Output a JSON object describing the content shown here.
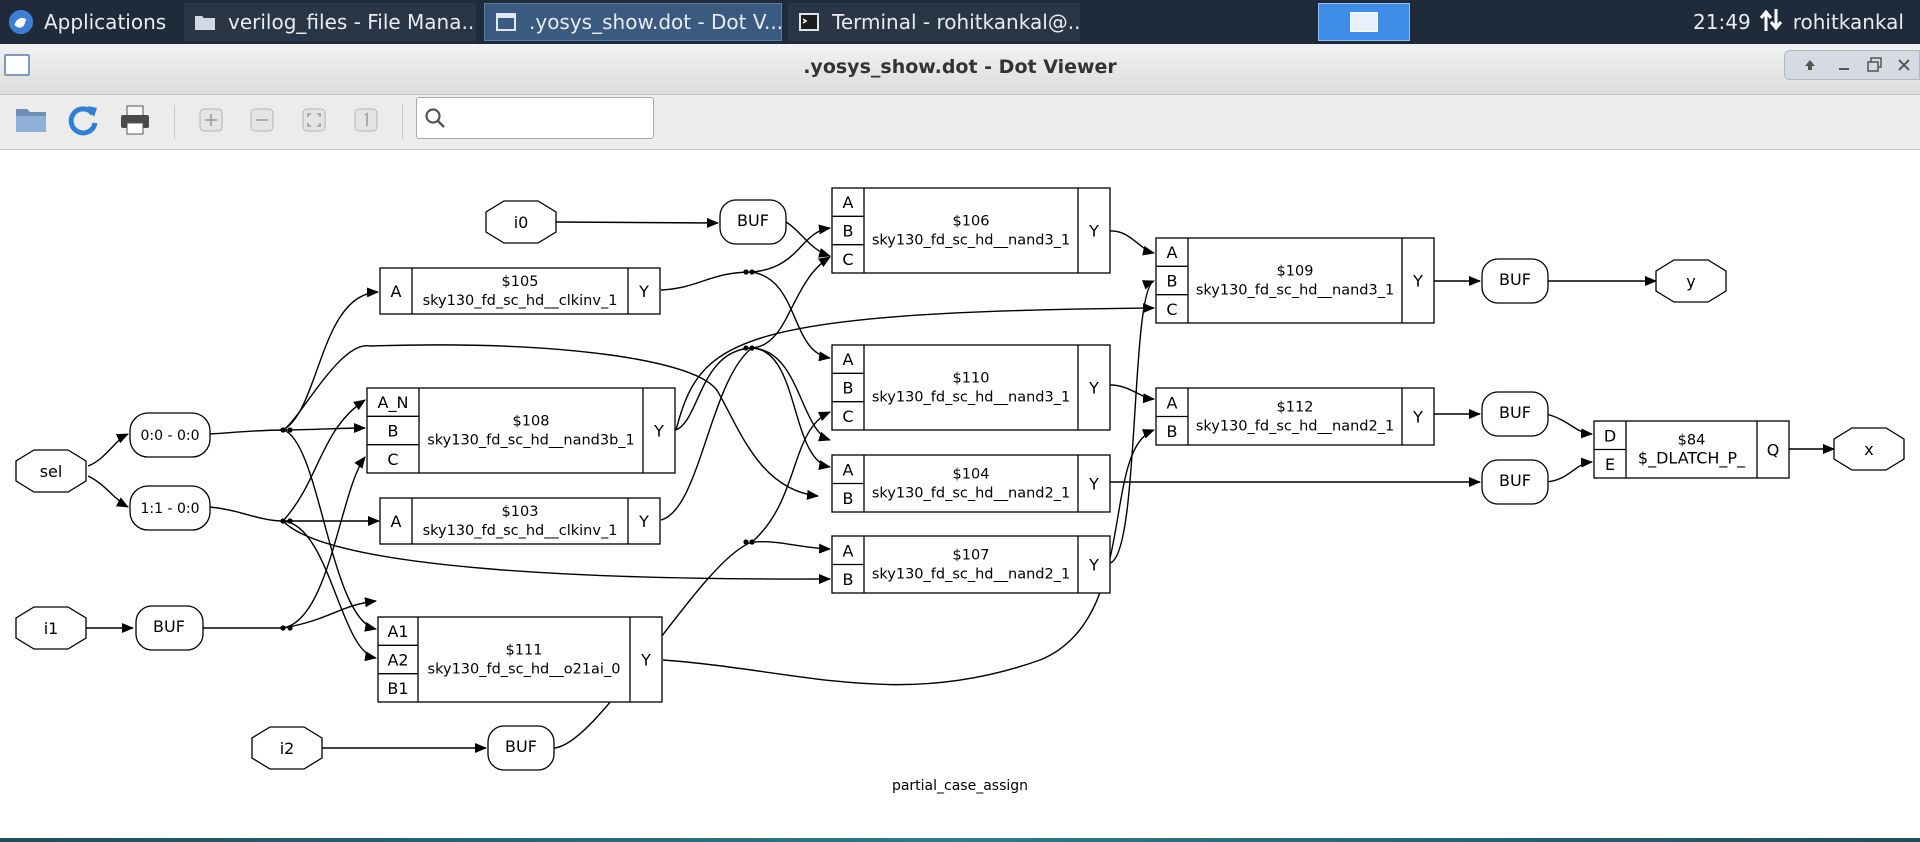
{
  "taskbar": {
    "applications_label": "Applications",
    "tasks": [
      {
        "label": "verilog_files - File Mana..."
      },
      {
        "label": ".yosys_show.dot - Dot V..."
      },
      {
        "label": "Terminal - rohitkankal@..."
      }
    ],
    "clock": "21:49",
    "user": "rohitkankal"
  },
  "window": {
    "title": ".yosys_show.dot - Dot Viewer"
  },
  "toolbar": {
    "icons": [
      "folder-icon",
      "refresh-icon",
      "print-icon",
      "zoom-in-icon",
      "zoom-out-icon",
      "zoom-fit-icon",
      "zoom-100-icon"
    ],
    "search_value": ""
  },
  "graph": {
    "name": "partial_case_assign",
    "ports": {
      "i0": "i0",
      "sel": "sel",
      "i1": "i1",
      "i2": "i2",
      "y": "y",
      "x": "x"
    },
    "slices": {
      "s0": "0:0 - 0:0",
      "s1": "1:1 - 0:0"
    },
    "buf_label": "BUF",
    "cells": {
      "c105": {
        "id": "$105",
        "type": "sky130_fd_sc_hd__clkinv_1",
        "inputs": [
          "A"
        ],
        "output": "Y"
      },
      "c108": {
        "id": "$108",
        "type": "sky130_fd_sc_hd__nand3b_1",
        "inputs": [
          "A_N",
          "B",
          "C"
        ],
        "output": "Y"
      },
      "c103": {
        "id": "$103",
        "type": "sky130_fd_sc_hd__clkinv_1",
        "inputs": [
          "A"
        ],
        "output": "Y"
      },
      "c111": {
        "id": "$111",
        "type": "sky130_fd_sc_hd__o21ai_0",
        "inputs": [
          "A1",
          "A2",
          "B1"
        ],
        "output": "Y"
      },
      "c106": {
        "id": "$106",
        "type": "sky130_fd_sc_hd__nand3_1",
        "inputs": [
          "A",
          "B",
          "C"
        ],
        "output": "Y"
      },
      "c110": {
        "id": "$110",
        "type": "sky130_fd_sc_hd__nand3_1",
        "inputs": [
          "A",
          "B",
          "C"
        ],
        "output": "Y"
      },
      "c104": {
        "id": "$104",
        "type": "sky130_fd_sc_hd__nand2_1",
        "inputs": [
          "A",
          "B"
        ],
        "output": "Y"
      },
      "c107": {
        "id": "$107",
        "type": "sky130_fd_sc_hd__nand2_1",
        "inputs": [
          "A",
          "B"
        ],
        "output": "Y"
      },
      "c109": {
        "id": "$109",
        "type": "sky130_fd_sc_hd__nand3_1",
        "inputs": [
          "A",
          "B",
          "C"
        ],
        "output": "Y"
      },
      "c112": {
        "id": "$112",
        "type": "sky130_fd_sc_hd__nand2_1",
        "inputs": [
          "A",
          "B"
        ],
        "output": "Y"
      },
      "c84": {
        "id": "$84",
        "type": "$_DLATCH_P_",
        "inputs": [
          "D",
          "E"
        ],
        "output": "Q"
      }
    }
  }
}
